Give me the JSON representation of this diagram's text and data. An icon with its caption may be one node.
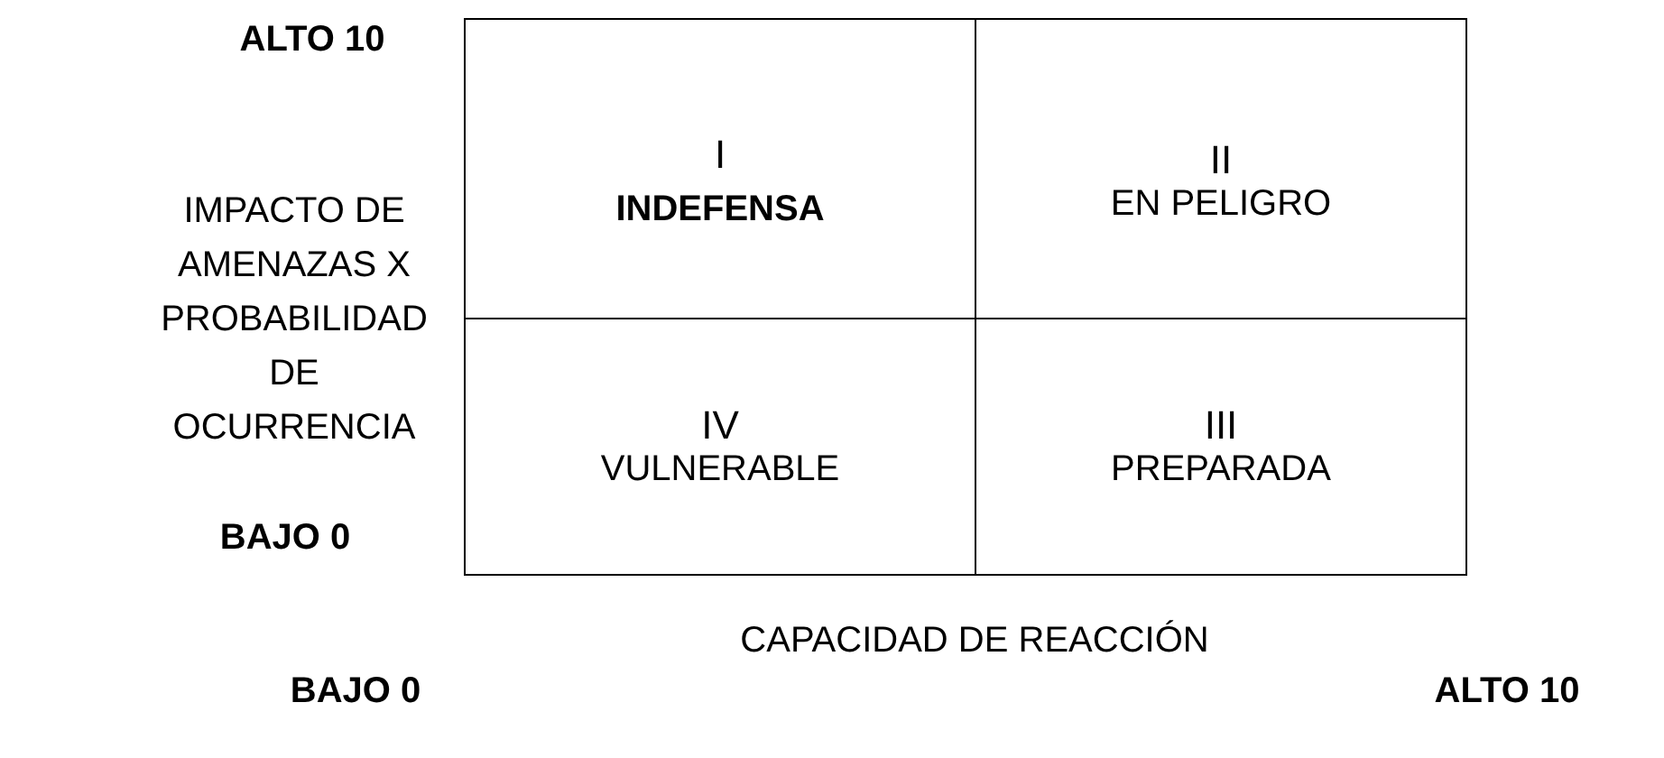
{
  "diagram": {
    "nodes": [
      {
        "text": [
          "I",
          "**INDEFENSA**"
        ]
      },
      {
        "text": [
          "II",
          "EN PELIGRO"
        ]
      },
      {
        "text": [
          "IV",
          "VULNERABLE"
        ]
      },
      {
        "text": [
          "III",
          "PREPARADA"
        ]
      }
    ],
    "labels": [
      "ALTO 10",
      "IMPACTO DE AMENAZAS X PROBABILIDAD DE OCURRENCIA",
      "BAJO 0",
      "CAPACIDAD DE REACCIÓN",
      "BAJO 0",
      "ALTO 10"
    ]
  }
}
